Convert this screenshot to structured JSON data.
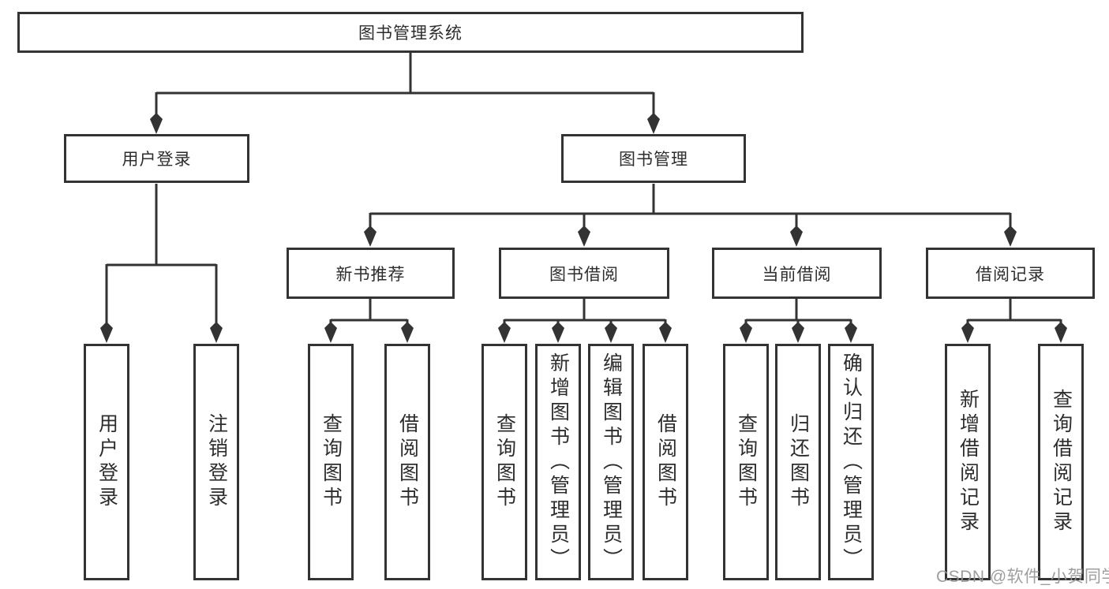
{
  "diagram": {
    "root": "图书管理系统",
    "user_login": {
      "label": "用户登录",
      "children": [
        "用户登录",
        "注销登录"
      ]
    },
    "book_management": {
      "label": "图书管理",
      "sections": {
        "new_book_recommend": {
          "label": "新书推荐",
          "children": [
            "查询图书",
            "借阅图书"
          ]
        },
        "book_borrow": {
          "label": "图书借阅",
          "children": [
            "查询图书",
            "新增图书（管理员）",
            "编辑图书（管理员）",
            "借阅图书"
          ]
        },
        "current_borrow": {
          "label": "当前借阅",
          "children": [
            "查询图书",
            "归还图书",
            "确认归还（管理员）"
          ]
        },
        "borrow_records": {
          "label": "借阅记录",
          "children": [
            "新增借阅记录",
            "查询借阅记录"
          ]
        }
      }
    }
  },
  "watermark": "CSDN @软件_小贺同学",
  "colors": {
    "line": "#333333",
    "text": "#2d2d2d",
    "background": "#ffffff",
    "watermark": "#969696"
  }
}
